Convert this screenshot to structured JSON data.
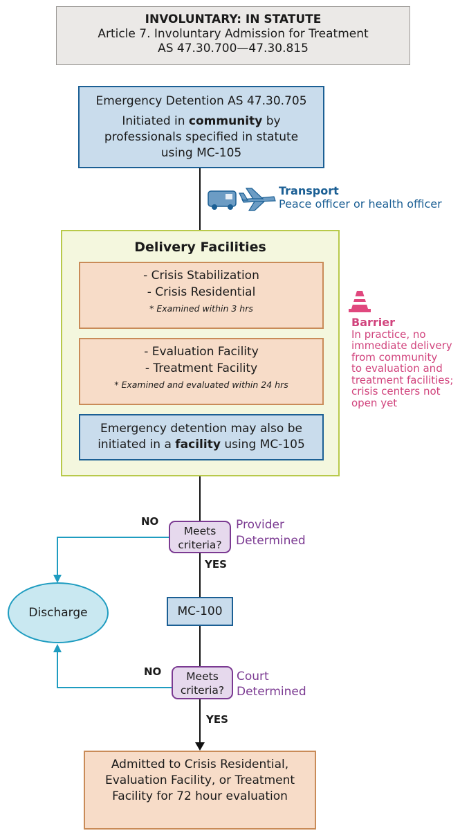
{
  "header": {
    "line1": "INVOLUNTARY: IN STATUTE",
    "line2": "Article 7. Involuntary Admission for Treatment",
    "line3": "AS 47.30.700—47.30.815"
  },
  "emergency_detention": {
    "line1": "Emergency Detention AS 47.30.705",
    "line2_pre": "Initiated in ",
    "line2_bold": "community",
    "line2_post": " by",
    "line3": "professionals specified in statute",
    "line4": "using MC-105"
  },
  "transport": {
    "title": "Transport",
    "detail": "Peace officer or health officer",
    "icons": [
      "truck-icon",
      "airplane-icon"
    ],
    "color": "#1b5f94"
  },
  "delivery_facilities": {
    "title": "Delivery Facilities",
    "crisis": {
      "item1": "- Crisis Stabilization",
      "item2": "- Crisis Residential",
      "note": "* Examined within 3 hrs"
    },
    "evaluation": {
      "item1": "- Evaluation Facility",
      "item2": "- Treatment Facility",
      "note": "* Examined and evaluated within 24 hrs"
    },
    "facility_note": {
      "line1": "Emergency detention may also be",
      "line2_pre": "initiated in a ",
      "line2_bold": "facility",
      "line2_post": " using MC-105"
    }
  },
  "barrier": {
    "title": "Barrier",
    "lines": [
      "In practice, no",
      "immediate delivery",
      "from community",
      "to evaluation and",
      "treatment facilities;",
      "crisis centers not",
      "open yet"
    ],
    "icon": "traffic-cone-icon",
    "color": "#d1447d"
  },
  "decision1": {
    "line1": "Meets",
    "line2": "criteria?",
    "label1": "Provider",
    "label2": "Determined",
    "no": "NO",
    "yes": "YES"
  },
  "mc100": "MC-100",
  "discharge": "Discharge",
  "decision2": {
    "line1": "Meets",
    "line2": "criteria?",
    "label1": "Court",
    "label2": "Determined",
    "no": "NO",
    "yes": "YES"
  },
  "final": {
    "line1": "Admitted to Crisis Residential,",
    "line2": "Evaluation Facility, or Treatment",
    "line3": "Facility for 72 hour evaluation"
  }
}
